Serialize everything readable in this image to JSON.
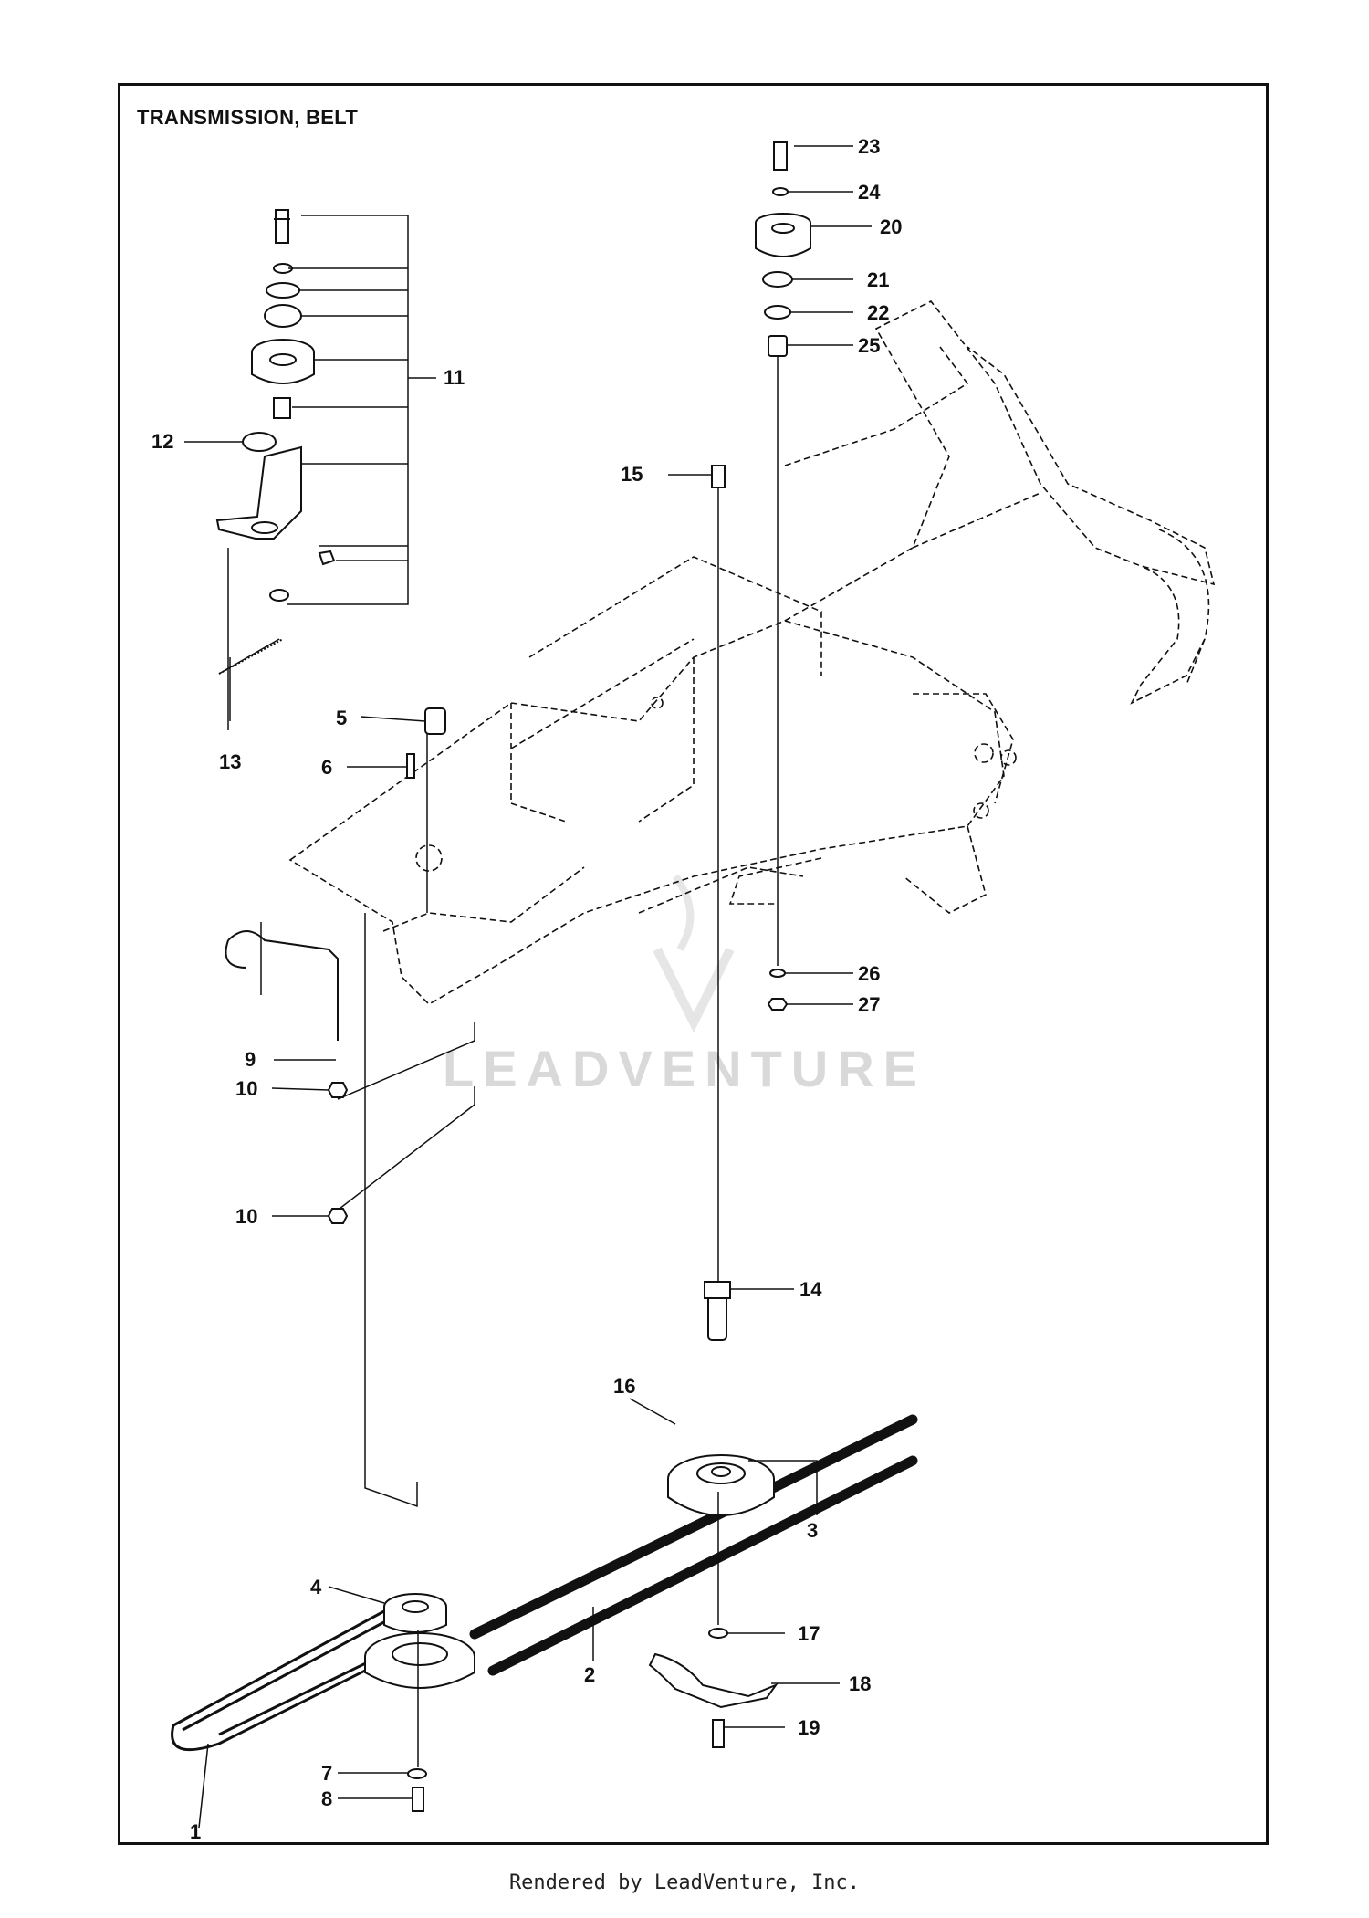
{
  "diagram_title": "TRANSMISSION, BELT",
  "footer": "Rendered by LeadVenture, Inc.",
  "watermark": "LEADVENTURE",
  "callouts": {
    "c1": "1",
    "c2": "2",
    "c3": "3",
    "c4": "4",
    "c5": "5",
    "c6": "6",
    "c7": "7",
    "c8": "8",
    "c9": "9",
    "c10a": "10",
    "c10b": "10",
    "c11": "11",
    "c12": "12",
    "c13": "13",
    "c14": "14",
    "c15": "15",
    "c16": "16",
    "c17": "17",
    "c18": "18",
    "c19": "19",
    "c20": "20",
    "c21": "21",
    "c22": "22",
    "c23": "23",
    "c24": "24",
    "c25": "25",
    "c26": "26",
    "c27": "27"
  }
}
